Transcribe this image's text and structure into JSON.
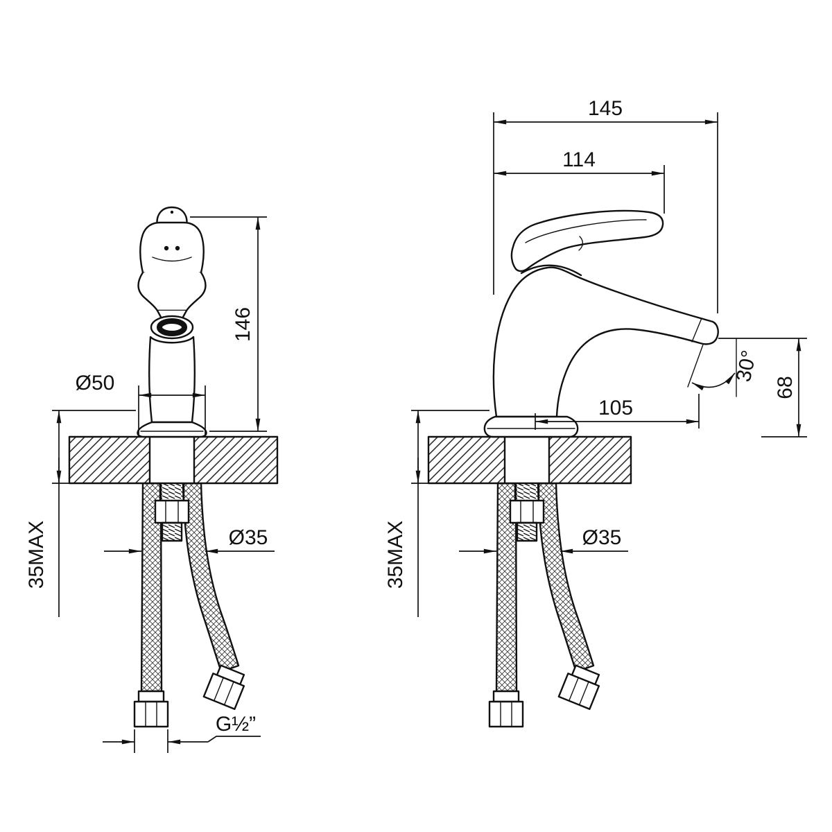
{
  "drawing": {
    "front_view": {
      "height": "146",
      "base_diameter": "Ø50",
      "max_mount_thickness": "35MAX",
      "hole_diameter": "Ø35",
      "thread": "G½”"
    },
    "side_view": {
      "overall_depth": "145",
      "body_depth": "114",
      "spout_reach": "105",
      "spout_angle": "30°",
      "spout_height": "68",
      "max_mount_thickness": "35MAX",
      "hole_diameter": "Ø35"
    }
  }
}
